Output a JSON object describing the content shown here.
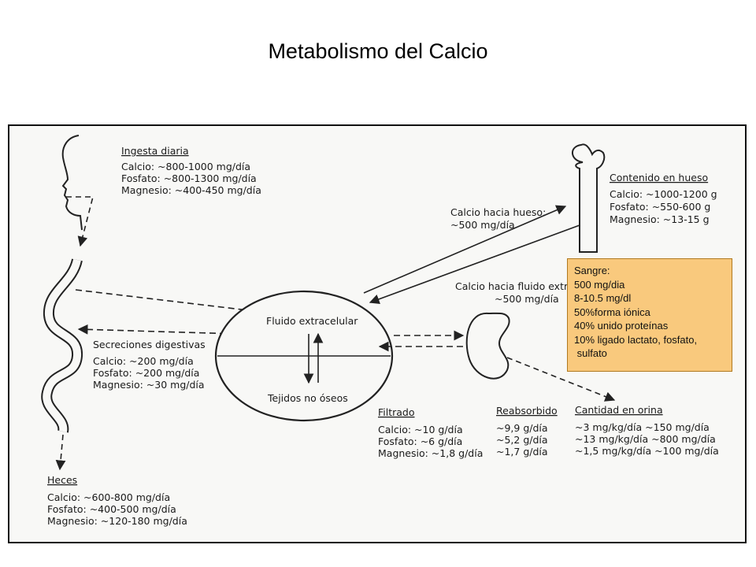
{
  "title": "Metabolismo del Calcio",
  "intake": {
    "heading": "Ingesta diaria",
    "lines": [
      "Calcio: ~800-1000 mg/día",
      "Fosfato: ~800-1300 mg/día",
      "Magnesio: ~400-450 mg/día"
    ]
  },
  "bone": {
    "heading": "Contenido en hueso",
    "lines": [
      "Calcio: ~1000-1200 g",
      "Fosfato: ~550-600 g",
      "Magnesio: ~13-15 g"
    ]
  },
  "to_bone": {
    "lines": [
      "Calcio hacia hueso:",
      "~500 mg/día"
    ]
  },
  "to_fluid": {
    "lines": [
      "Calcio hacia fluido extracelular:",
      "~500 mg/día"
    ]
  },
  "ecf": {
    "label": "Fluido extracelular",
    "tissue": "Tejidos no óseos"
  },
  "secretions": {
    "heading": "Secreciones digestivas",
    "lines": [
      "Calcio: ~200 mg/día",
      "Fosfato: ~200 mg/día",
      "Magnesio: ~30 mg/día"
    ]
  },
  "feces": {
    "heading": "Heces",
    "lines": [
      "Calcio: ~600-800 mg/día",
      "Fosfato: ~400-500 mg/día",
      "Magnesio: ~120-180 mg/día"
    ]
  },
  "filtered": {
    "heading": "Filtrado",
    "lines": [
      "Calcio: ~10 g/día",
      "Fosfato: ~6 g/día",
      "Magnesio: ~1,8 g/día"
    ]
  },
  "reabsorbed": {
    "heading": "Reabsorbido",
    "lines": [
      "~9,9 g/día",
      "~5,2 g/día",
      "~1,7 g/día"
    ]
  },
  "urine": {
    "heading": "Cantidad en orina",
    "lines": [
      "~3 mg/kg/día ~150 mg/día",
      "~13 mg/kg/día ~800 mg/día",
      "~1,5 mg/kg/día ~100 mg/día"
    ]
  },
  "blood_note": {
    "lines": [
      "Sangre:",
      "500 mg/dia",
      "8-10.5 mg/dl",
      "50%forma iónica",
      "40% unido proteínas",
      "10% ligado lactato, fosfato,",
      " sulfato"
    ]
  }
}
